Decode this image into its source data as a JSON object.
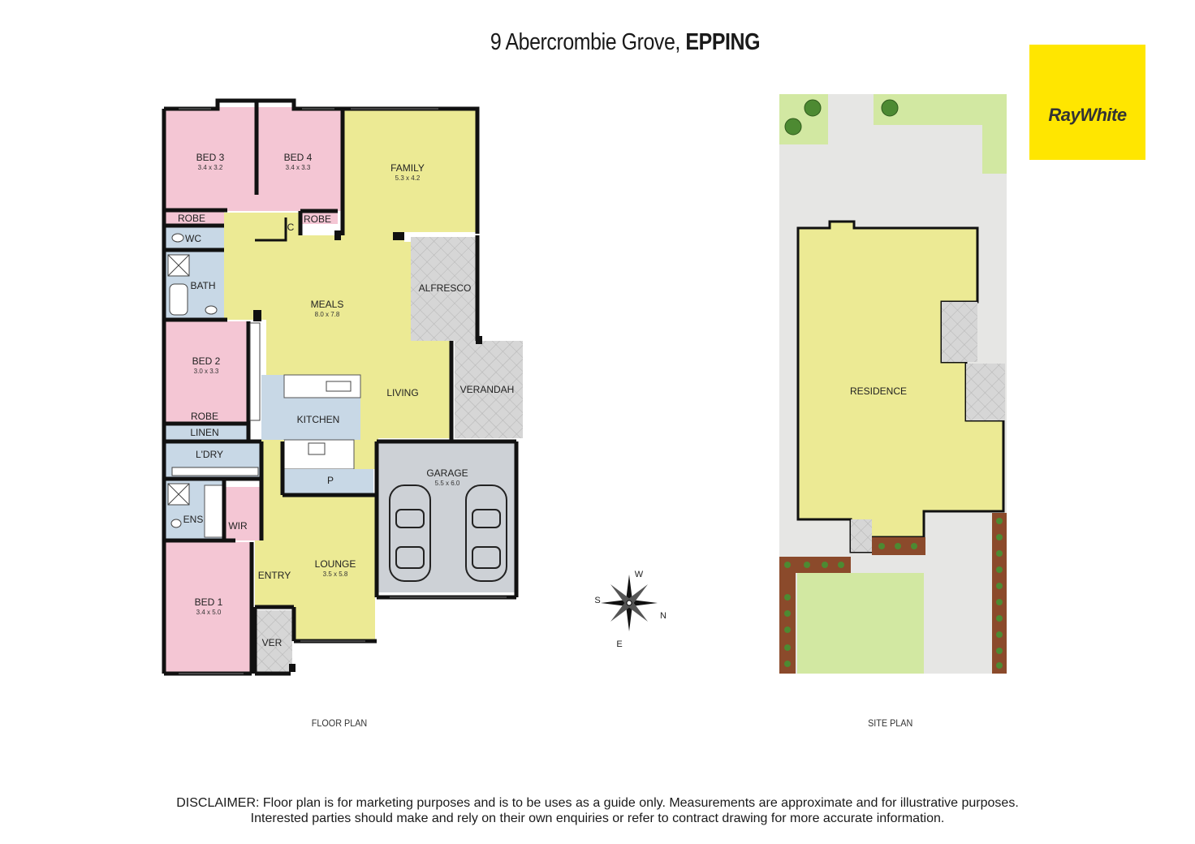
{
  "header": {
    "street": "9 Abercrombie Grove,",
    "suburb": "EPPING"
  },
  "brand": {
    "logo_text": "RayWhite",
    "logo_color": "#ffe600"
  },
  "floor_plan": {
    "caption": "FLOOR PLAN",
    "rooms": {
      "bed3": {
        "label": "BED 3",
        "dims": "3.4 x 3.2"
      },
      "bed4": {
        "label": "BED 4",
        "dims": "3.4 x 3.3"
      },
      "family": {
        "label": "FAMILY",
        "dims": "5.3 x 4.2"
      },
      "robe1": {
        "label": "ROBE"
      },
      "robe2": {
        "label": "ROBE"
      },
      "c": {
        "label": "C"
      },
      "wc": {
        "label": "WC"
      },
      "bath": {
        "label": "BATH"
      },
      "meals": {
        "label": "MEALS",
        "dims": "8.0 x 7.8"
      },
      "alfresco": {
        "label": "ALFRESCO"
      },
      "bed2": {
        "label": "BED 2",
        "dims": "3.0 x 3.3"
      },
      "robe3": {
        "label": "ROBE"
      },
      "linen": {
        "label": "LINEN"
      },
      "kitchen": {
        "label": "KITCHEN"
      },
      "living": {
        "label": "LIVING"
      },
      "verandah": {
        "label": "VERANDAH"
      },
      "laundry": {
        "label": "L'DRY"
      },
      "pantry": {
        "label": "P"
      },
      "garage": {
        "label": "GARAGE",
        "dims": "5.5 x 6.0"
      },
      "ens": {
        "label": "ENS"
      },
      "wir": {
        "label": "WIR"
      },
      "entry": {
        "label": "ENTRY"
      },
      "lounge": {
        "label": "LOUNGE",
        "dims": "3.5 x 5.8"
      },
      "bed1": {
        "label": "BED 1",
        "dims": "3.4 x 5.0"
      },
      "ver": {
        "label": "VER"
      }
    }
  },
  "compass": {
    "w": "W",
    "s": "S",
    "n": "N",
    "e": "E"
  },
  "site_plan": {
    "caption": "SITE PLAN",
    "residence_label": "RESIDENCE"
  },
  "colors": {
    "bedroom": "#f4c6d4",
    "living": "#ecea94",
    "wet": "#c8d8e6",
    "garage": "#cdd1d6",
    "outdoor": "#d2d2d2",
    "lawn": "#d2e8a2",
    "paving": "#e6e6e4",
    "garden_bed": "#8b4a2b",
    "shrub": "#4d8a32"
  },
  "disclaimer": {
    "line1": "DISCLAIMER: Floor plan is for marketing purposes  and is to be uses as a guide only. Measurements are approximate and for illustrative purposes.",
    "line2": "Interested parties should make and rely on their own enquiries or refer to contract drawing for more accurate information."
  }
}
